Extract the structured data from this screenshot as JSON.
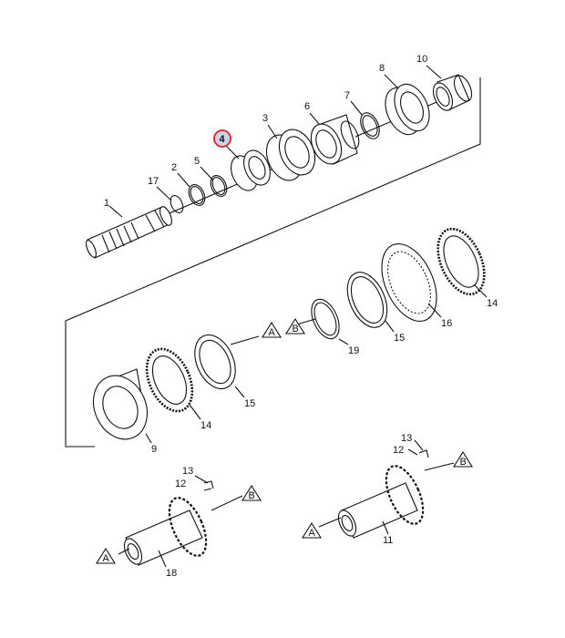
{
  "callouts": {
    "c1": "1",
    "c2": "2",
    "c3": "3",
    "c4": "4",
    "c5": "5",
    "c6": "6",
    "c7": "7",
    "c8": "8",
    "c9": "9",
    "c10": "10",
    "c11": "11",
    "c12a": "12",
    "c12b": "12",
    "c13a": "13",
    "c13b": "13",
    "c14a": "14",
    "c14b": "14",
    "c15a": "15",
    "c15b": "15",
    "c16": "16",
    "c17": "17",
    "c18": "18",
    "c19": "19"
  },
  "refs": {
    "a1": "A",
    "a2": "A",
    "a3": "A",
    "b1": "B",
    "b2": "B",
    "b3": "B"
  },
  "highlighted_callout": "4",
  "colors": {
    "highlight_ring": "#e02020",
    "highlight_fill": "#c9d3ec",
    "line": "#111111"
  }
}
